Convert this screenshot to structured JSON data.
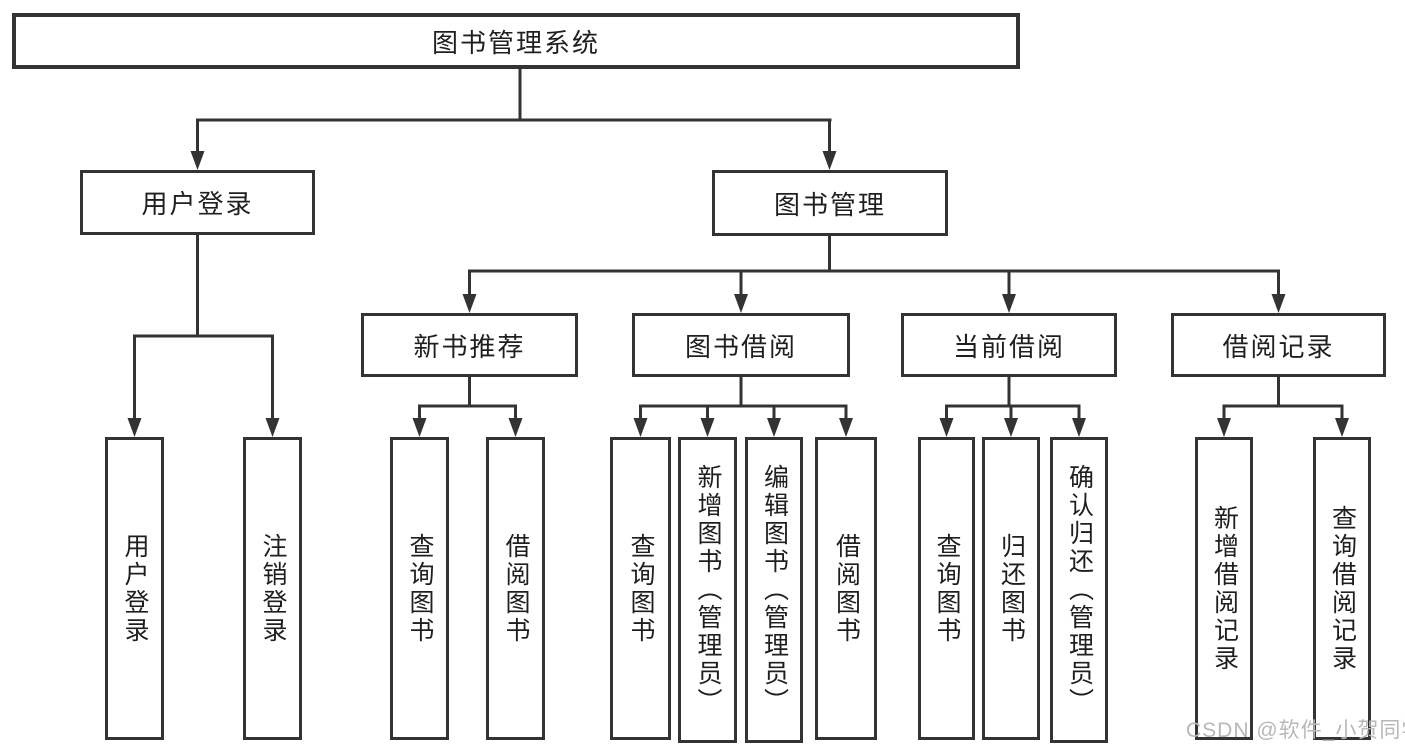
{
  "diagram": {
    "watermark": "CSDN @软件_小贺同学",
    "colors": {
      "line": "#333333",
      "box_border": "#333333",
      "box_background": "#ffffff",
      "text": "#1f1f1f",
      "page_background": "#ffffff",
      "watermark": "#b8b8b8"
    },
    "nodes": [
      {
        "id": "root",
        "label": "图书管理系统",
        "level": 0,
        "parent": null
      },
      {
        "id": "user-login",
        "label": "用户登录",
        "level": 1,
        "parent": "root"
      },
      {
        "id": "book-management",
        "label": "图书管理",
        "level": 1,
        "parent": "root"
      },
      {
        "id": "new-book-recommend",
        "label": "新书推荐",
        "level": 2,
        "parent": "book-management"
      },
      {
        "id": "book-borrowing",
        "label": "图书借阅",
        "level": 2,
        "parent": "book-management"
      },
      {
        "id": "current-borrowing",
        "label": "当前借阅",
        "level": 2,
        "parent": "book-management"
      },
      {
        "id": "borrowing-records",
        "label": "借阅记录",
        "level": 2,
        "parent": "book-management"
      },
      {
        "id": "leaf-user-login",
        "label": "用户登录",
        "level": 3,
        "parent": "user-login"
      },
      {
        "id": "leaf-logout",
        "label": "注销登录",
        "level": 3,
        "parent": "user-login"
      },
      {
        "id": "nb-query-books",
        "label": "查询图书",
        "level": 3,
        "parent": "new-book-recommend"
      },
      {
        "id": "nb-borrow-books",
        "label": "借阅图书",
        "level": 3,
        "parent": "new-book-recommend"
      },
      {
        "id": "bb-query-books",
        "label": "查询图书",
        "level": 3,
        "parent": "book-borrowing"
      },
      {
        "id": "bb-add-books",
        "label": "新增图书（管理员）",
        "level": 3,
        "parent": "book-borrowing"
      },
      {
        "id": "bb-edit-books",
        "label": "编辑图书（管理员）",
        "level": 3,
        "parent": "book-borrowing"
      },
      {
        "id": "bb-borrow-books",
        "label": "借阅图书",
        "level": 3,
        "parent": "book-borrowing"
      },
      {
        "id": "cb-query-books",
        "label": "查询图书",
        "level": 3,
        "parent": "current-borrowing"
      },
      {
        "id": "cb-return-books",
        "label": "归还图书",
        "level": 3,
        "parent": "current-borrowing"
      },
      {
        "id": "cb-confirm-return",
        "label": "确认归还（管理员）",
        "level": 3,
        "parent": "current-borrowing"
      },
      {
        "id": "br-add-record",
        "label": "新增借阅记录",
        "level": 3,
        "parent": "borrowing-records"
      },
      {
        "id": "br-query-record",
        "label": "查询借阅记录",
        "level": 3,
        "parent": "borrowing-records"
      }
    ]
  }
}
